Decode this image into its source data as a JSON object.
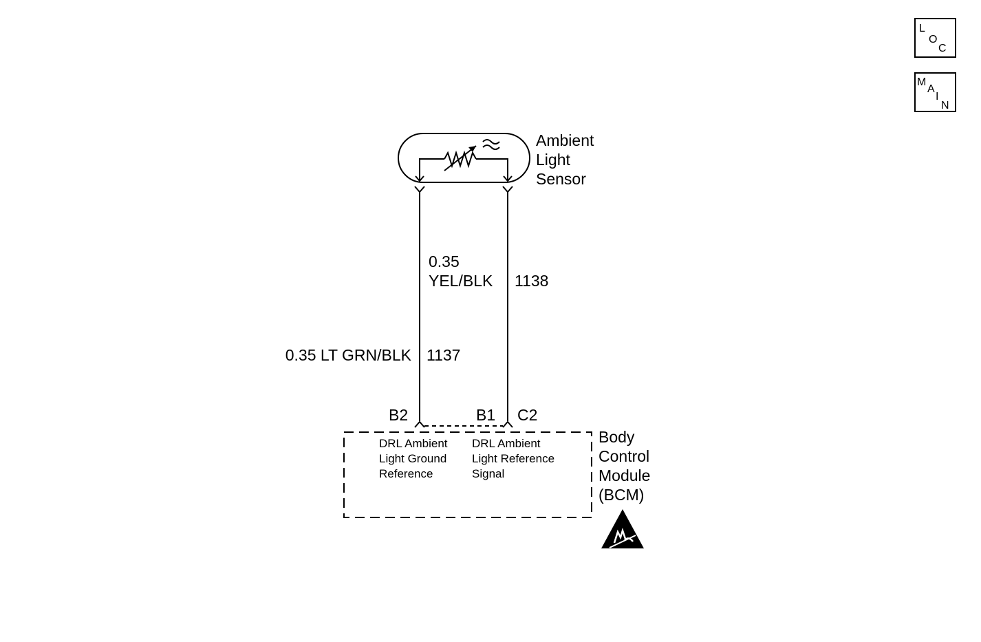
{
  "nav": {
    "loc": [
      "L",
      "O",
      "C"
    ],
    "main": [
      "M",
      "A",
      "I",
      "N"
    ]
  },
  "sensor": {
    "name_lines": [
      "Ambient",
      "Light",
      "Sensor"
    ]
  },
  "wires": {
    "left": {
      "gauge_color": "0.35 LT GRN/BLK",
      "circuit": "1137"
    },
    "right": {
      "gauge": "0.35",
      "color": "YEL/BLK",
      "circuit": "1138"
    }
  },
  "connectors": {
    "left_pin": "B2",
    "mid_pin": "B1",
    "right_pin": "C2"
  },
  "module": {
    "name_lines": [
      "Body",
      "Control",
      "Module",
      "(BCM)"
    ],
    "left_func_lines": [
      "DRL Ambient",
      "Light Ground",
      "Reference"
    ],
    "right_func_lines": [
      "DRL Ambient",
      "Light Reference",
      "Signal"
    ]
  }
}
